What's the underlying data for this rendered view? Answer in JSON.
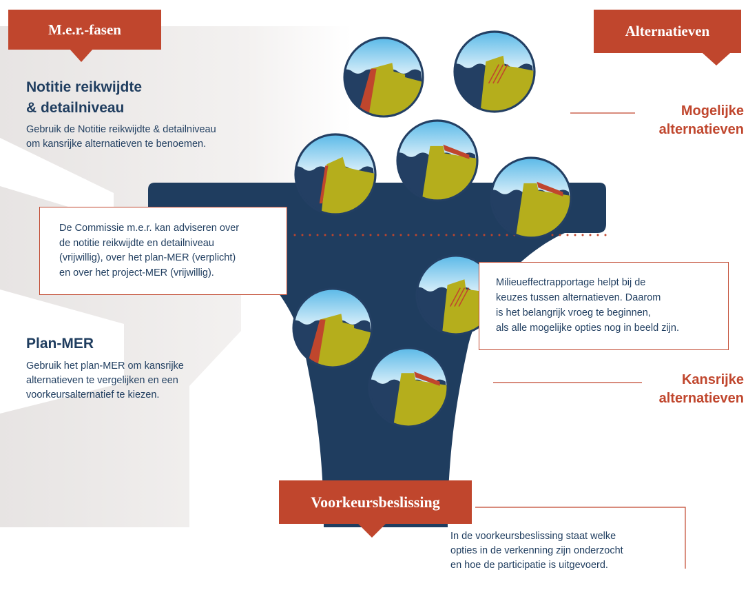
{
  "tags": {
    "phases": "M.e.r.-fasen",
    "alternatives": "Alternatieven",
    "decision": "Voorkeursbeslissing"
  },
  "notitie": {
    "title_line1": "Notitie reikwijdte",
    "title_line2": "& detailniveau",
    "text_line1": "Gebruik de Notitie reikwijdte & detailniveau",
    "text_line2": "om kansrijke alternatieven te benoemen."
  },
  "commissie": {
    "lines": [
      "De Commissie m.e.r. kan adviseren over",
      "de notitie reikwijdte en detailniveau",
      "(vrijwillig), over het plan-MER (verplicht)",
      "en over het project-MER (vrijwillig)."
    ]
  },
  "planmer": {
    "title": "Plan-MER",
    "lines": [
      "Gebruik het plan-MER om kansrijke",
      "alternatieven te vergelijken en een",
      "voorkeursalternatief te kiezen."
    ]
  },
  "milieu": {
    "lines": [
      "Milieueffectrapportage helpt bij de",
      "keuzes tussen alternatieven. Daarom",
      "is het belangrijk vroeg te beginnen,",
      "als alle mogelijke opties nog in beeld zijn."
    ]
  },
  "labels": {
    "mogelijke_line1": "Mogelijke",
    "mogelijke_line2": "alternatieven",
    "kansrijke_line1": "Kansrijke",
    "kansrijke_line2": "alternatieven"
  },
  "voorkeur": {
    "lines": [
      "In de voorkeursbeslissing staat welke",
      "opties in de verkenning zijn onderzocht",
      "en hoe de participatie is uitgevoerd."
    ]
  },
  "colors": {
    "accent": "#c0462d",
    "navy": "#1f3d5f",
    "olive": "#b5ae1c",
    "sky": "#7cc6ec",
    "wave": "#233f63"
  }
}
